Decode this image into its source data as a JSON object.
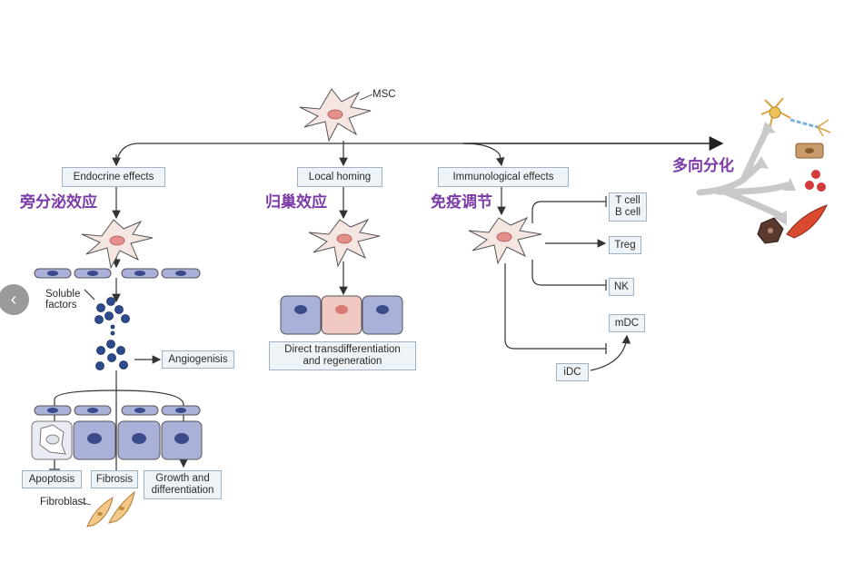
{
  "msc_label": "MSC",
  "branches": {
    "endocrine": {
      "label": "Endocrine effects",
      "cn": "旁分泌效应"
    },
    "homing": {
      "label": "Local homing",
      "cn": "归巢效应"
    },
    "immuno": {
      "label": "Immunological effects",
      "cn": "免疫调节"
    },
    "multi": {
      "cn": "多向分化"
    }
  },
  "endocrine": {
    "soluble": "Soluble\nfactors",
    "angiogenesis": "Angiogenisis",
    "apoptosis": "Apoptosis",
    "fibrosis": "Fibrosis",
    "growth": "Growth and\ndifferentiation",
    "fibroblast": "Fibroblast"
  },
  "homing": {
    "result": "Direct transdifferentiation\nand regeneration"
  },
  "immuno": {
    "tcell": "T cell\nB cell",
    "treg": "Treg",
    "nk": "NK",
    "mdc": "mDC",
    "idc": "iDC"
  },
  "colors": {
    "accent": "#7b3aa6",
    "box_fill": "#eef3f7",
    "cell_blue": "#a9b1d9",
    "cell_pink": "#f1c9c3"
  }
}
